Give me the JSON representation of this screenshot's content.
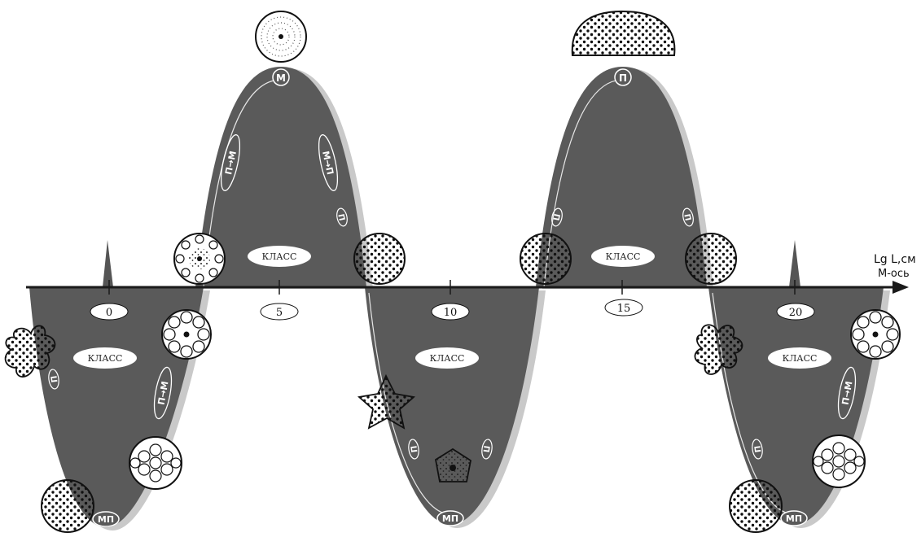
{
  "axis": {
    "label_line1": "Lg L,см",
    "label_line2": "М-ось",
    "ticks": [
      "0",
      "5",
      "10",
      "15",
      "20"
    ]
  },
  "class_label": "КЛАСС",
  "markers": {
    "m": "М",
    "p": "П",
    "mp": "МП",
    "p_to_m": "П→М",
    "m_to_p": "М→П"
  },
  "colors": {
    "lobe_fill": "#5a5a5a",
    "lobe_shadow": "#c9c9c9",
    "axis": "#1a1a1a",
    "background": "#ffffff"
  }
}
